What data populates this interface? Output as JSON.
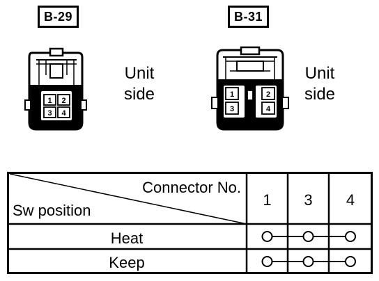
{
  "connectors": [
    {
      "code": "B-29",
      "side_label_line1": "Unit",
      "side_label_line2": "side",
      "pins": [
        "1",
        "2",
        "3",
        "4"
      ]
    },
    {
      "code": "B-31",
      "side_label_line1": "Unit",
      "side_label_line2": "side",
      "pins": [
        "1",
        "2",
        "3",
        "4"
      ]
    }
  ],
  "table": {
    "header_connector": "Connector No.",
    "header_position": "Sw position",
    "pin_columns": [
      "1",
      "3",
      "4"
    ],
    "rows": [
      {
        "position": "Heat",
        "connected_pins": [
          "1",
          "3",
          "4"
        ]
      },
      {
        "position": "Keep",
        "connected_pins": [
          "1",
          "3",
          "4"
        ]
      }
    ]
  }
}
